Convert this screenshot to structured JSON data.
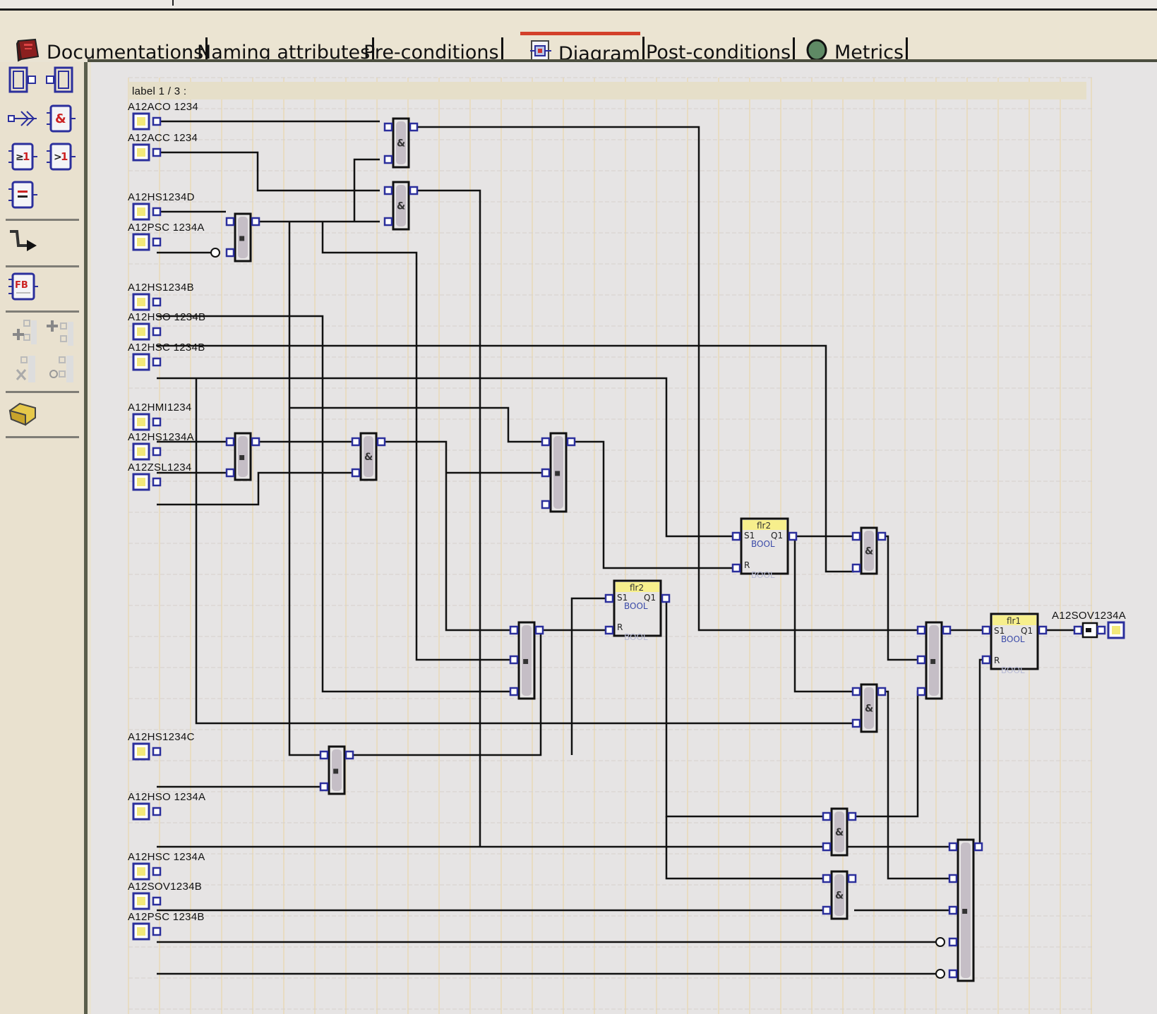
{
  "tabs": [
    {
      "label": "Documentations",
      "icon": "book-icon",
      "active": false
    },
    {
      "label": "Naming attributes",
      "icon": null,
      "active": false
    },
    {
      "label": "Pre-conditions",
      "icon": null,
      "active": false
    },
    {
      "label": "Diagram",
      "icon": "diagram-icon",
      "active": true
    },
    {
      "label": "Post-conditions",
      "icon": null,
      "active": false
    },
    {
      "label": "Metrics",
      "icon": "green-circle-icon",
      "active": false
    }
  ],
  "toolbar": {
    "tools": [
      {
        "name": "input-variable-tool",
        "icon": "input-block-icon"
      },
      {
        "name": "output-variable-tool",
        "icon": "output-block-icon"
      },
      {
        "name": "fanout-tool",
        "icon": "fanout-arrows-icon"
      },
      {
        "name": "and-gate-tool",
        "icon": "and-gate-icon",
        "glyph": "&"
      },
      {
        "name": "or-ge1-gate-tool",
        "icon": "or-gate-ge1-icon",
        "glyph": "≥1"
      },
      {
        "name": "or-gate-tool",
        "icon": "or-gate-icon",
        "glyph": ">1"
      },
      {
        "name": "equal-gate-tool",
        "icon": "equal-gate-icon",
        "glyph": "="
      },
      {
        "name": "connect-wire-tool",
        "icon": "wire-arrow-icon"
      },
      {
        "name": "function-block-tool",
        "icon": "function-block-icon",
        "glyph": "FB"
      },
      {
        "name": "add-input-before-tool",
        "icon": "add-pin-icon"
      },
      {
        "name": "add-input-after-tool",
        "icon": "add-pin-top-icon"
      },
      {
        "name": "delete-pin-tool",
        "icon": "delete-pin-icon"
      },
      {
        "name": "negate-pin-tool",
        "icon": "negate-pin-icon"
      },
      {
        "name": "eraser-tool",
        "icon": "eraser-icon"
      }
    ]
  },
  "diagram": {
    "page_label": "label 1 / 3 :",
    "inputs": [
      "A12ACO 1234",
      "A12ACC 1234",
      "A12HS1234D",
      "A12PSC 1234A",
      "A12HS1234B",
      "A12HSO 1234B",
      "A12HSC 1234B",
      "A12HMI1234",
      "A12HS1234A",
      "A12ZSL1234",
      "A12HS1234C",
      "A12HSO 1234A",
      "A12HSC 1234A",
      "A12SOV1234B",
      "A12PSC 1234B"
    ],
    "output": "A12SOV1234A",
    "gate_and": "&",
    "gate_or": "▪",
    "function_blocks": [
      {
        "title": "flr2",
        "in1": "S1",
        "out1": "Q1",
        "type": "BOOL",
        "reset": "R",
        "rtype": "BOOL"
      },
      {
        "title": "flr2",
        "in1": "S1",
        "out1": "Q1",
        "type": "BOOL",
        "reset": "R",
        "rtype": "BOOL"
      },
      {
        "title": "flr1",
        "in1": "S1",
        "out1": "Q1",
        "type": "BOOL",
        "reset": "R",
        "rtype": "BOOL"
      }
    ],
    "colors": {
      "pin": "#2b2f9c",
      "input_fill": "#f3e97a",
      "gate_fill": "#c5bec6",
      "wire": "#111111",
      "grid": "#e8dcc2",
      "fb_header": "#f7ef8c",
      "fb_type_text": "#3a4aa8"
    }
  }
}
